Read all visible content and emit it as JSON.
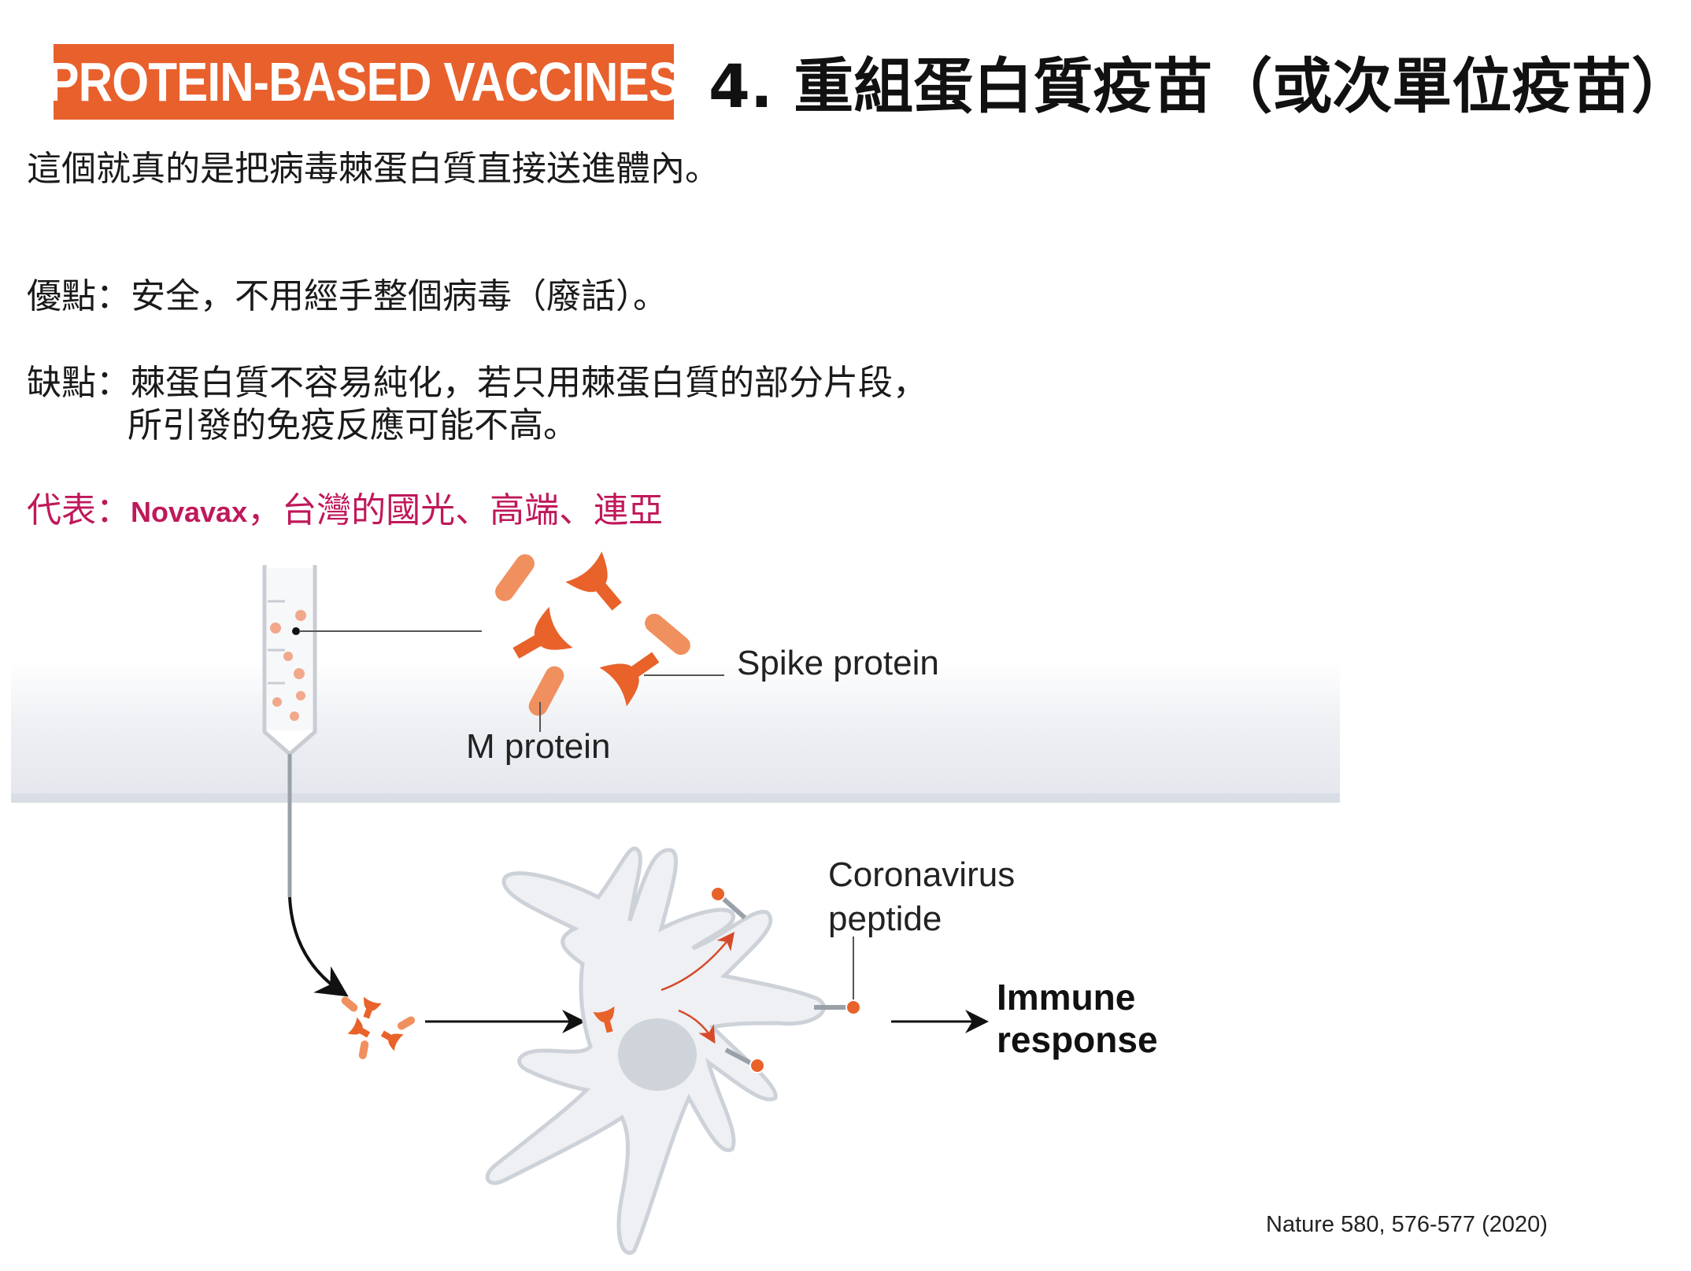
{
  "header": {
    "badge": "PROTEIN-BASED VACCINES",
    "title": "4. 重組蛋白質疫苗（或次單位疫苗）"
  },
  "body": {
    "line1": "這個就真的是把病毒棘蛋白質直接送進體內。",
    "pros": "優點：安全，不用經手整個病毒（廢話）。",
    "cons_line1": "缺點：棘蛋白質不容易純化，若只用棘蛋白質的部分片段，",
    "cons_line2": "所引發的免疫反應可能不高。",
    "rep_prefix": "代表：",
    "rep_brand": "Novavax",
    "rep_rest": "，台灣的國光、高端、連亞"
  },
  "diagram": {
    "spike_label": "Spike protein",
    "m_label": "M protein",
    "coronavirus_label": "Coronavirus",
    "peptide_label": "peptide",
    "immune_label": "Immune",
    "response_label": "response"
  },
  "citation": "Nature 580, 576-577 (2020)",
  "colors": {
    "accent": "#e8602c",
    "representative": "#c0185a",
    "protein_orange": "#e8622a",
    "protein_light": "#f2966a",
    "cell": "#eef0f3"
  }
}
